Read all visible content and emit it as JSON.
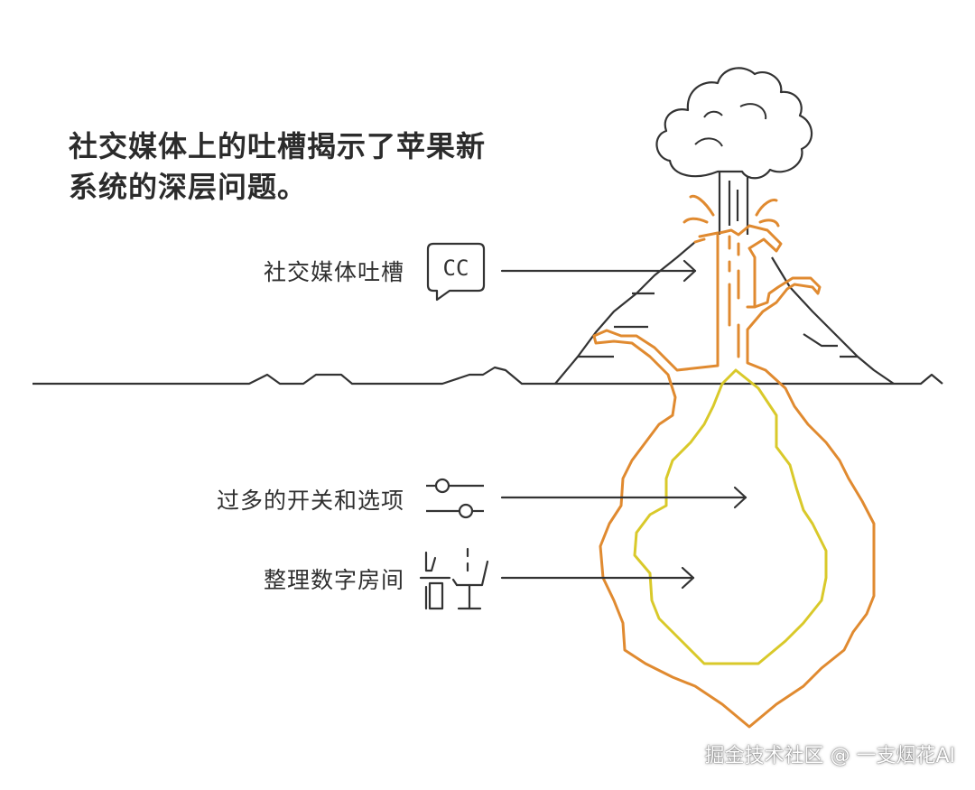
{
  "title": "社交媒体上的吐槽揭示了苹果新系统的深层问题。",
  "labels": {
    "complaints": "社交媒体吐槽",
    "toggles": "过多的开关和选项",
    "rooms": "整理数字房间"
  },
  "icons": {
    "complaints": "closed-caption-speech-icon",
    "toggles": "toggle-sliders-icon",
    "rooms": "desk-chair-icon",
    "cc_text": "CC"
  },
  "watermark": "掘金技术社区 @ 一支烟花AI",
  "colors": {
    "ink": "#333333",
    "lava_orange": "#e08a30",
    "lava_yellow": "#d9c92a",
    "text": "#2f2f2f"
  }
}
